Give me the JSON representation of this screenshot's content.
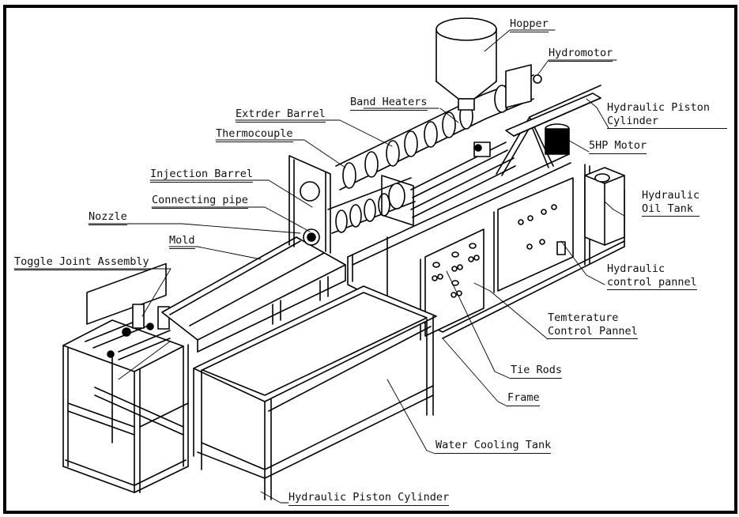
{
  "figure": {
    "type": "isometric line drawing",
    "subject": "Plastic injection / extrusion molding machine assembly",
    "colors": {
      "line": "#000000",
      "background": "#ffffff",
      "border": "#000000"
    }
  },
  "labels": {
    "hopper": "Hopper",
    "hydromotor": "Hydromotor",
    "band_heaters": "Band Heaters",
    "extruder_barrel": "Extrder Barrel",
    "hydraulic_piston_cylinder_top_1": "Hydraulic Piston",
    "hydraulic_piston_cylinder_top_2": "Cylinder",
    "thermocouple": "Thermocouple",
    "motor": "5HP Motor",
    "injection_barrel": "Injection Barrel",
    "hydraulic_oil_tank_1": "Hydraulic",
    "hydraulic_oil_tank_2": "Oil Tank",
    "connecting_pipe": "Connecting pipe",
    "nozzle": "Nozzle",
    "mold": "Mold",
    "toggle_joint_assembly": "Toggle Joint Assembly",
    "hydraulic_control_panel_1": "Hydraulic",
    "hydraulic_control_panel_2": "control pannel",
    "temperature_control_panel_1": "Temterature",
    "temperature_control_panel_2": "Control Pannel",
    "tie_rods": "Tie Rods",
    "frame": "Frame",
    "water_cooling_tank": "Water Cooling Tank",
    "hydraulic_piston_cylinder_bottom": "Hydraulic Piston Cylinder"
  }
}
